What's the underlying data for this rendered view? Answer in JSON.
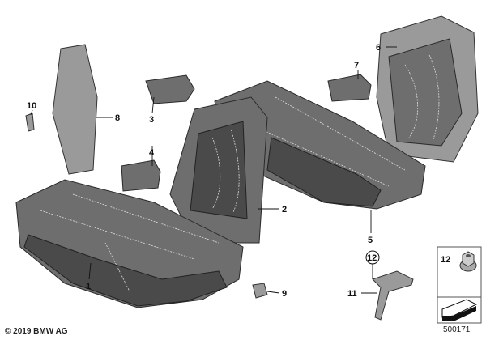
{
  "diagram": {
    "callouts": [
      {
        "id": "1",
        "label": "1"
      },
      {
        "id": "2",
        "label": "2"
      },
      {
        "id": "3",
        "label": "3"
      },
      {
        "id": "4",
        "label": "4"
      },
      {
        "id": "5",
        "label": "5"
      },
      {
        "id": "6",
        "label": "6"
      },
      {
        "id": "7",
        "label": "7"
      },
      {
        "id": "8",
        "label": "8"
      },
      {
        "id": "9",
        "label": "9"
      },
      {
        "id": "10",
        "label": "10"
      },
      {
        "id": "11",
        "label": "11"
      },
      {
        "id": "12",
        "label": "12"
      }
    ],
    "legend_box": {
      "part_number": "12"
    },
    "diagram_number": "500171",
    "copyright": "© 2019 BMW AG"
  }
}
